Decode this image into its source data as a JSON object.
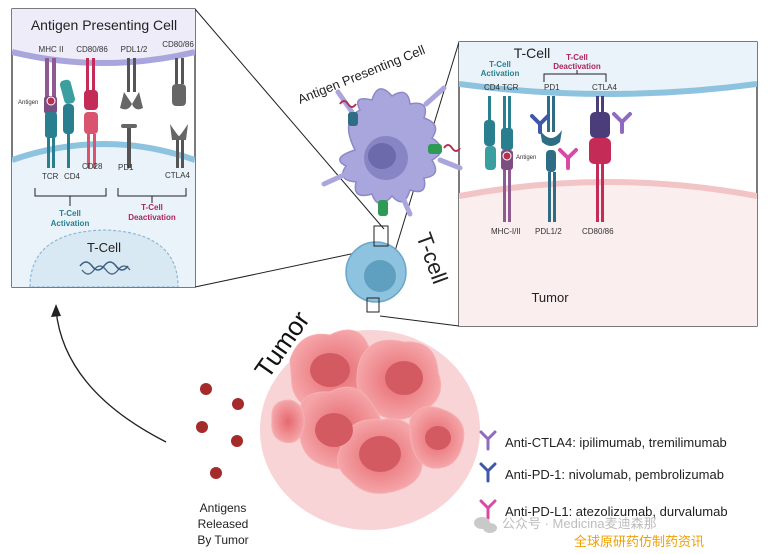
{
  "left_panel": {
    "title": "Antigen Presenting Cell",
    "mhc_label": "MHC II",
    "cd80_label": "CD80/86",
    "pdl_label": "PDL1/2",
    "cd80_label2": "CD80/86",
    "antigen_label": "Antigen",
    "tcr_label": "TCR",
    "cd4_label": "CD4",
    "cd28_label": "CD28",
    "pd1_label": "PD1",
    "ctla4_label": "CTLA4",
    "activation_line1": "T-Cell",
    "activation_line2": "Activation",
    "deactivation_line1": "T-Cell",
    "deactivation_line2": "Deactivation",
    "tcell_label": "T-Cell"
  },
  "right_panel": {
    "title": "T-Cell",
    "activation_line1": "T-Cell",
    "activation_line2": "Activation",
    "deactivation_line1": "T-Cell",
    "deactivation_line2": "Deactivation",
    "cd4_label": "CD4",
    "tcr_label": "TCR",
    "pd1_label": "PD1",
    "ctla4_label": "CTLA4",
    "antigen_label": "Antigen",
    "mhc_label": "MHC-I/II",
    "pdl_label": "PDL1/2",
    "cd80_label": "CD80/86",
    "tumor_label": "Tumor"
  },
  "center": {
    "apc_label": "Antigen Presenting Cell",
    "tcell_label": "T-cell",
    "tumor_label": "Tumor"
  },
  "antigens": {
    "line1": "Antigens",
    "line2": "Released",
    "line3": "By Tumor"
  },
  "legend": [
    {
      "text": "Anti-CTLA4: ipilimumab, tremilimumab",
      "color": "#8e6bbf",
      "icon": "antibody-icon"
    },
    {
      "text": "Anti-PD-1: nivolumab, pembrolizumab",
      "color": "#3f57a8",
      "icon": "antibody-icon"
    },
    {
      "text": "Anti-PD-L1: atezolizumab, durvalumab",
      "color": "#d94aa5",
      "icon": "antibody-icon"
    }
  ],
  "watermark": {
    "wechat_text": "公众号 · Medicina麦迪森那",
    "brand_text": "全球原研药仿制药资讯"
  },
  "colors": {
    "apc": "#a9a6dd",
    "tcell": "#8ec3e0",
    "tumor": "#f08c92",
    "activation": "#2a7f8f",
    "deactivation": "#b0245e"
  }
}
